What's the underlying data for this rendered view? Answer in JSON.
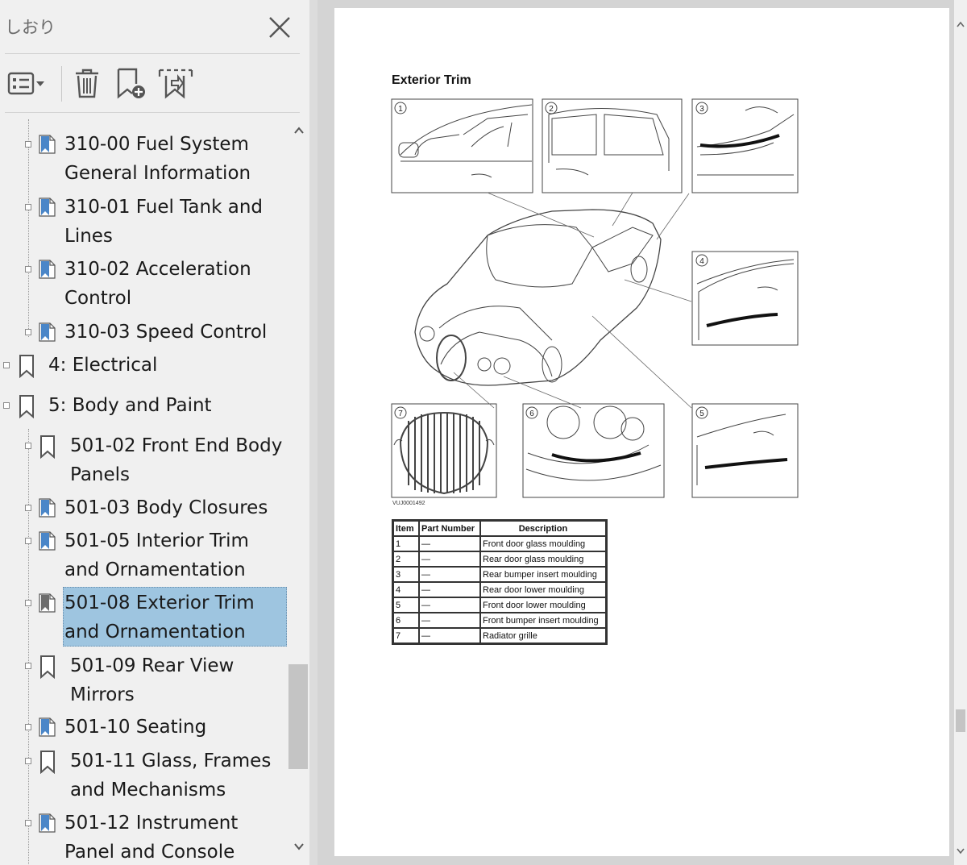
{
  "panel": {
    "title": "しおり",
    "close_icon": "close-icon",
    "toolbar": [
      {
        "name": "options-menu-icon"
      },
      {
        "name": "delete-bookmark-icon"
      },
      {
        "name": "new-bookmark-icon"
      },
      {
        "name": "bookmark-from-selection-icon"
      }
    ]
  },
  "bookmarks": [
    {
      "lines": [
        "310-00 Fuel System",
        "General Information"
      ],
      "level": 2,
      "icon": "page-bookmark"
    },
    {
      "lines": [
        "310-01 Fuel Tank and",
        "Lines"
      ],
      "level": 2,
      "icon": "page-bookmark"
    },
    {
      "lines": [
        "310-02 Acceleration",
        "Control"
      ],
      "level": 2,
      "icon": "page-bookmark"
    },
    {
      "lines": [
        "310-03 Speed Control"
      ],
      "level": 2,
      "icon": "page-bookmark"
    },
    {
      "lines": [
        "4: Electrical"
      ],
      "level": 1,
      "icon": "bookmark"
    },
    {
      "lines": [
        "5:  Body and Paint"
      ],
      "level": 1,
      "icon": "bookmark"
    },
    {
      "lines": [
        "501-02 Front End Body",
        "Panels"
      ],
      "level": 2,
      "icon": "bookmark"
    },
    {
      "lines": [
        "501-03 Body Closures"
      ],
      "level": 2,
      "icon": "page-bookmark"
    },
    {
      "lines": [
        "501-05 Interior Trim",
        "and Ornamentation"
      ],
      "level": 2,
      "icon": "page-bookmark"
    },
    {
      "lines": [
        "501-08 Exterior Trim",
        "and Ornamentation"
      ],
      "level": 2,
      "icon": "page-bookmark",
      "selected": true
    },
    {
      "lines": [
        "501-09 Rear View",
        "Mirrors"
      ],
      "level": 2,
      "icon": "bookmark"
    },
    {
      "lines": [
        "501-10 Seating"
      ],
      "level": 2,
      "icon": "page-bookmark"
    },
    {
      "lines": [
        "501-11 Glass, Frames",
        "and Mechanisms"
      ],
      "level": 2,
      "icon": "bookmark"
    },
    {
      "lines": [
        "501-12 Instrument",
        "Panel and Console"
      ],
      "level": 2,
      "icon": "page-bookmark"
    }
  ],
  "document": {
    "title": "Exterior Trim",
    "figure_code": "VUJ0001492",
    "callouts": [
      "1",
      "2",
      "3",
      "4",
      "5",
      "6",
      "7"
    ],
    "table": {
      "headers": [
        "Item",
        "Part Number",
        "Description"
      ],
      "rows": [
        [
          "1",
          "—",
          "Front door glass moulding"
        ],
        [
          "2",
          "—",
          "Rear door glass moulding"
        ],
        [
          "3",
          "—",
          "Rear bumper insert moulding"
        ],
        [
          "4",
          "—",
          "Rear door lower moulding"
        ],
        [
          "5",
          "—",
          "Front door lower moulding"
        ],
        [
          "6",
          "—",
          "Front bumper insert moulding"
        ],
        [
          "7",
          "—",
          "Radiator grille"
        ]
      ]
    }
  },
  "colors": {
    "panel_bg": "#f0f0f0",
    "selection": "#9ec5e0",
    "viewer_bg": "#d4d4d4",
    "bookmark_icon_blue": "#4a86c8",
    "bookmark_icon_gray": "#6d6d6d"
  }
}
